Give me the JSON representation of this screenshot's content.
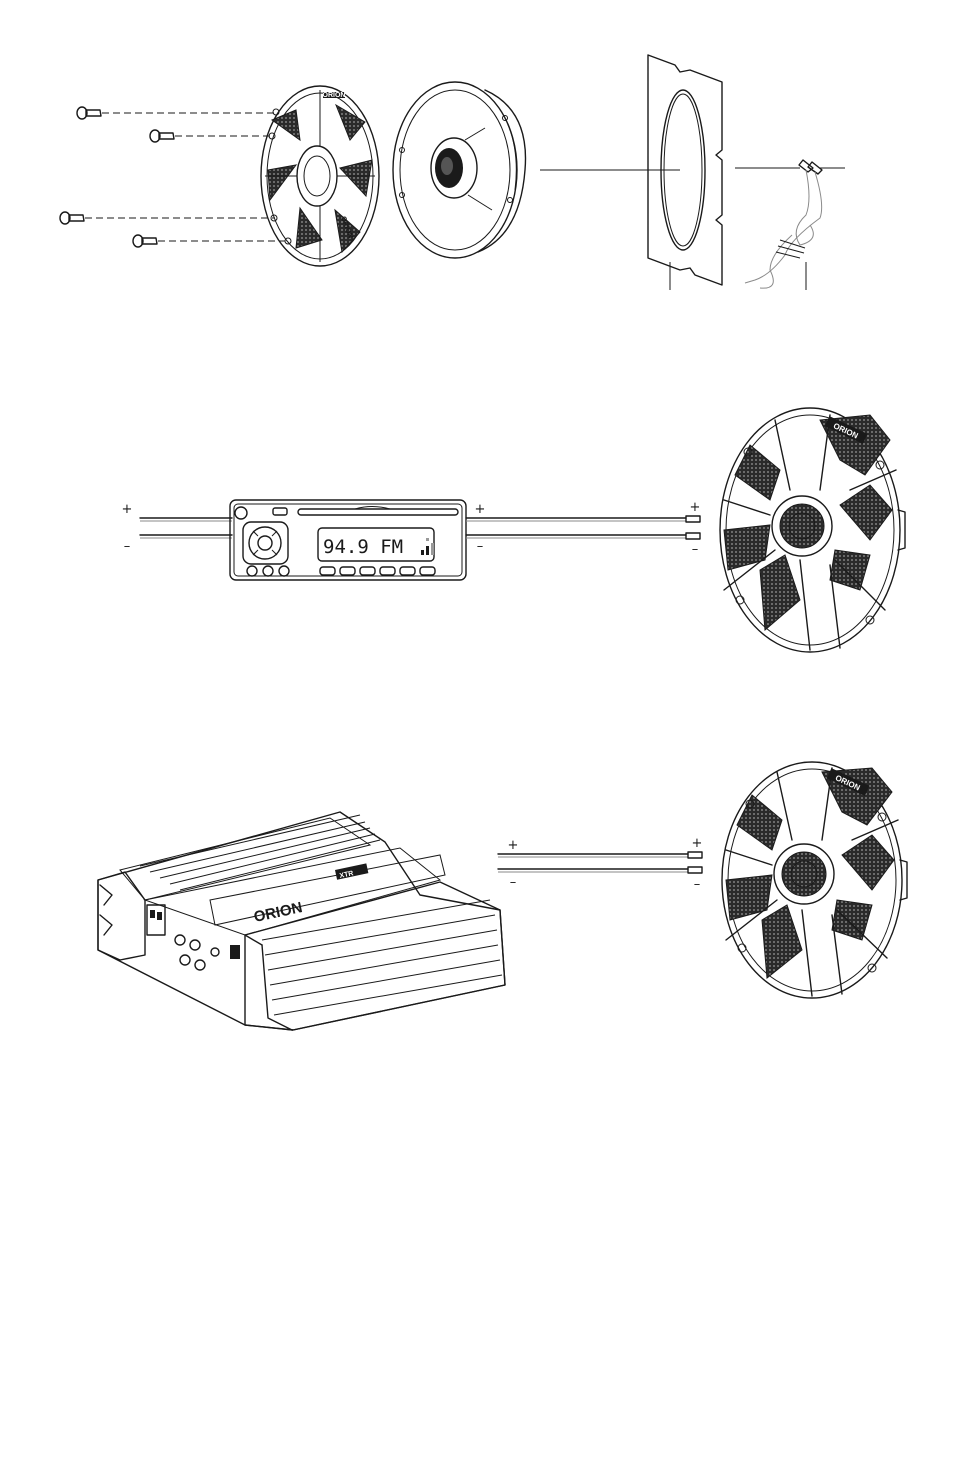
{
  "brand": "ORION",
  "radio": {
    "display_text": "94.9 FM"
  },
  "amplifier": {
    "model_badge": "XTR"
  },
  "wiring": {
    "radio_in_pos": "+",
    "radio_in_neg": "–",
    "radio_out_pos": "+",
    "radio_out_neg": "–",
    "speaker1_pos": "+",
    "speaker1_neg": "–",
    "amp_out_pos": "+",
    "amp_out_neg": "–",
    "speaker2_pos": "+",
    "speaker2_neg": "–"
  }
}
